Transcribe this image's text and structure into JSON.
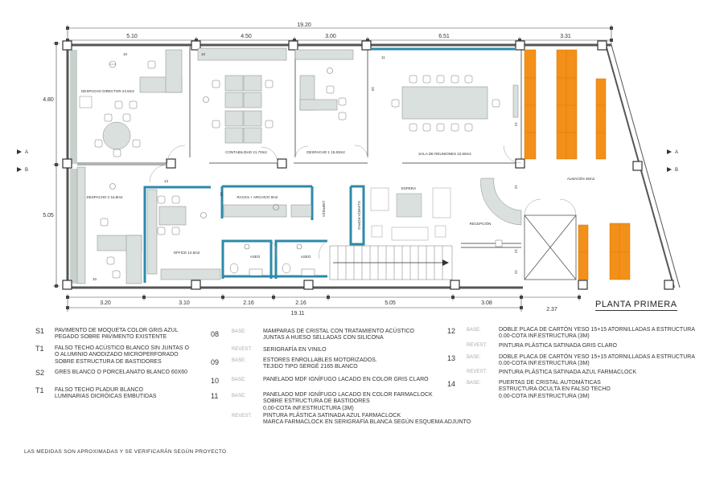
{
  "plan_title": "PLANTA PRIMERA",
  "top_dims": {
    "total": "19.20",
    "segments": [
      "5.10",
      "4.50",
      "3.00",
      "6.51",
      "3.31"
    ]
  },
  "bottom_dims": {
    "total": "19.11",
    "segments": [
      "3.20",
      "3.10",
      "2.16",
      "2.16",
      "5.05",
      "3.08"
    ],
    "extra": "2.37"
  },
  "left_dims": [
    "4.80",
    "5.05"
  ],
  "section_marks": {
    "a": "A",
    "b": "B"
  },
  "rooms": {
    "director": "DESPACHO DIRECTOR 24.5m2",
    "contabilidad": "CONTABILIDAD 21.70m2",
    "despacho1": "DESPACHO 1 15.83m2",
    "reuniones": "SALA DE REUNIONES 22.60m2",
    "almacen": "ALMACÉN 45m2",
    "despacho2": "DESPACHO 2 16.8m2",
    "racks": "RACKS + ARCHIVO 9m2",
    "limpieza": "LIMPIEZA",
    "guarda": "GUARDA ROPAS",
    "espera": "ESPERA",
    "recepcion": "RECEPCIÓN",
    "office": "OFFICE 12.5m2",
    "aseo1": "ASEO",
    "aseo2": "ASEO"
  },
  "callouts": [
    "10",
    "10",
    "11",
    "10",
    "13",
    "13",
    "10",
    "12",
    "12",
    "12",
    "12"
  ],
  "legend_left": [
    {
      "code": "S1",
      "text": "PAVIMENTO DE MOQUETA COLOR GRIS AZUL\nPEGADO SOBRE PAVIMENTO EXISTENTE"
    },
    {
      "code": "T1",
      "text": "FALSO TECHO ACÚSTICO BLANCO SIN JUNTAS O\nO ALUMINIO ANODIZADO MICROPERFORADO\nSOBRE ESTRUCTURA DE BASTIDORES"
    },
    {
      "code": "S2",
      "text": "GRES BLANCO O PORCELANATO BLANCO 60X60"
    },
    {
      "code": "T1",
      "text": "FALSO TECHO PLADUR BLANCO\nLUMINARIAS DICRÓICAS EMBUTIDAS"
    }
  ],
  "legend_mid": [
    {
      "code": "08",
      "rows": [
        {
          "label": "BASE:",
          "text": "MAMPARAS DE CRISTAL CON TRATAMIENTO ACÚSTICO\nJUNTAS A HUESO SELLADAS CON SILICONA"
        },
        {
          "label": "REVEST:",
          "text": "SERIGRAFÍA EN VINILO"
        }
      ]
    },
    {
      "code": "09",
      "rows": [
        {
          "label": "BASE:",
          "text": "ESTORES ENROLLABLES MOTORIZADOS.\nTEJIDO TIPO SERGÉ 2165 BLANCO"
        }
      ]
    },
    {
      "code": "10",
      "rows": [
        {
          "label": "BASE:",
          "text": "PANELADO MDF IGNÍFUGO LACADO EN COLOR GRIS CLARO"
        }
      ]
    },
    {
      "code": "11",
      "rows": [
        {
          "label": "BASE:",
          "text": "PANELADO MDF IGNÍFUGO LACADO EN COLOR FARMACLOCK\nSOBRE ESTRUCTURA DE BASTIDORES\n0.00-COTA INF.ESTRUCTURA (3M)"
        },
        {
          "label": "REVEST:",
          "text": "PINTURA PLÁSTICA SATINADA AZUL FARMACLOCK\nMARCA FARMACLOCK EN SERIGRAFÍA BLANCA SEGÚN ESQUEMA ADJUNTO"
        }
      ]
    }
  ],
  "legend_right": [
    {
      "code": "12",
      "rows": [
        {
          "label": "BASE:",
          "text": "DOBLE PLACA DE CARTÓN YESO 15+15 ATORNILLADAS A ESTRUCTURA\n0.00-COTA INF.ESTRUCTURA (3M)"
        },
        {
          "label": "REVEST:",
          "text": "PINTURA PLÁSTICA SATINADA GRIS CLARO"
        }
      ]
    },
    {
      "code": "13",
      "rows": [
        {
          "label": "BASE:",
          "text": "DOBLE PLACA DE CARTÓN YESO 15+15 ATORNILLADAS A ESTRUCTURA\n0.00-COTA INF.ESTRUCTURA (3M)"
        },
        {
          "label": "REVEST:",
          "text": "PINTURA PLÁSTICA SATINADA AZUL FARMACLOCK"
        }
      ]
    },
    {
      "code": "14",
      "rows": [
        {
          "label": "BASE:",
          "text": "PUERTAS DE CRISTAL AUTOMÁTICAS\nESTRUCTURA OCULTA EN FALSO TECHO\n0.00-COTA INF.ESTRUCTURA (3M)"
        }
      ]
    }
  ],
  "footnote": "LAS MEDIDAS SON APROXIMADAS Y SE VERIFICARÁN SEGÚN PROYECTO",
  "colors": {
    "wall": "#555555",
    "blue_wall": "#2d8aa8",
    "orange": "#f39019",
    "furniture": "#d9e0dd"
  }
}
